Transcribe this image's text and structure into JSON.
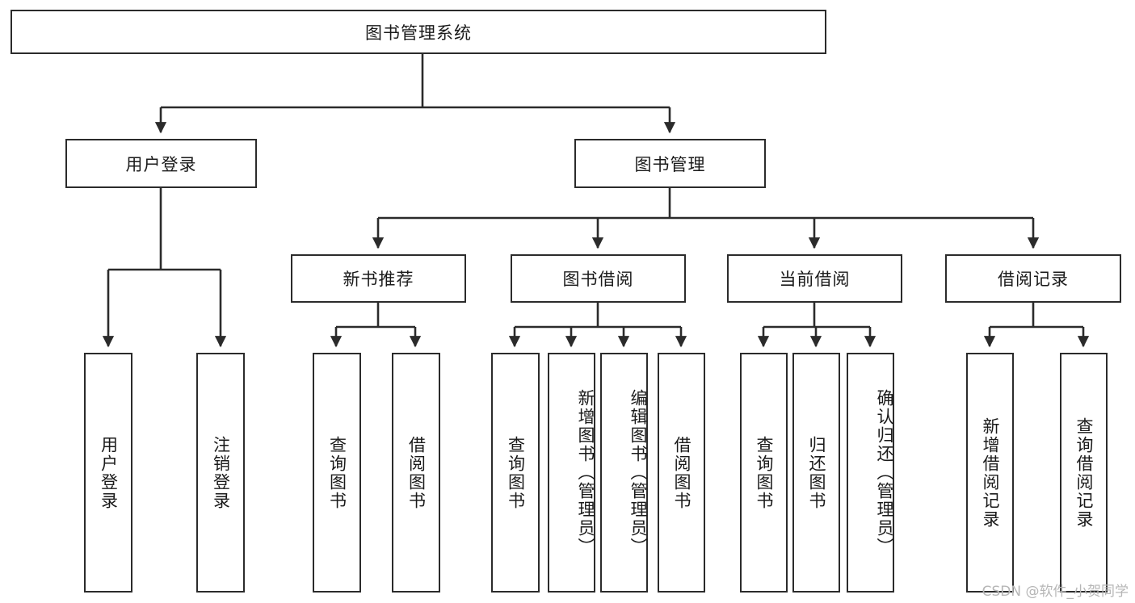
{
  "diagram": {
    "title": "图书管理系统",
    "watermark": "CSDN @软件_小贺同学",
    "stroke_color": "#2b2b2b",
    "background_color": "#ffffff",
    "text_color": "#1a1a1a",
    "watermark_color": "#b6b6b6",
    "type": "tree-hierarchy",
    "root": {
      "label": "图书管理系统",
      "children": [
        {
          "label": "用户登录",
          "children": [
            {
              "label": "用户登录"
            },
            {
              "label": "注销登录"
            }
          ]
        },
        {
          "label": "图书管理",
          "children": [
            {
              "label": "新书推荐",
              "children": [
                {
                  "label": "查询图书"
                },
                {
                  "label": "借阅图书"
                }
              ]
            },
            {
              "label": "图书借阅",
              "children": [
                {
                  "label": "查询图书"
                },
                {
                  "label": "新增图书（管理员）"
                },
                {
                  "label": "编辑图书（管理员）"
                },
                {
                  "label": "借阅图书"
                }
              ]
            },
            {
              "label": "当前借阅",
              "children": [
                {
                  "label": "查询图书"
                },
                {
                  "label": "归还图书"
                },
                {
                  "label": "确认归还（管理员）"
                }
              ]
            },
            {
              "label": "借阅记录",
              "children": [
                {
                  "label": "新增借阅记录"
                },
                {
                  "label": "查询借阅记录"
                }
              ]
            }
          ]
        }
      ]
    },
    "nodes": {
      "root": "图书管理系统",
      "user_login": "用户登录",
      "book_manage": "图书管理",
      "new_book_rec": "新书推荐",
      "book_borrow": "图书借阅",
      "current_borrow": "当前借阅",
      "borrow_record": "借阅记录",
      "ul_login": "用户登录",
      "ul_logout": "注销登录",
      "nbr_query": "查询图书",
      "nbr_borrow": "借阅图书",
      "bb_query": "查询图书",
      "bb_add": "新增图书（管理员）",
      "bb_edit": "编辑图书（管理员）",
      "bb_borrow": "借阅图书",
      "cb_query": "查询图书",
      "cb_return": "归还图书",
      "cb_confirm": "确认归还（管理员）",
      "br_add": "新增借阅记录",
      "br_query": "查询借阅记录"
    }
  }
}
